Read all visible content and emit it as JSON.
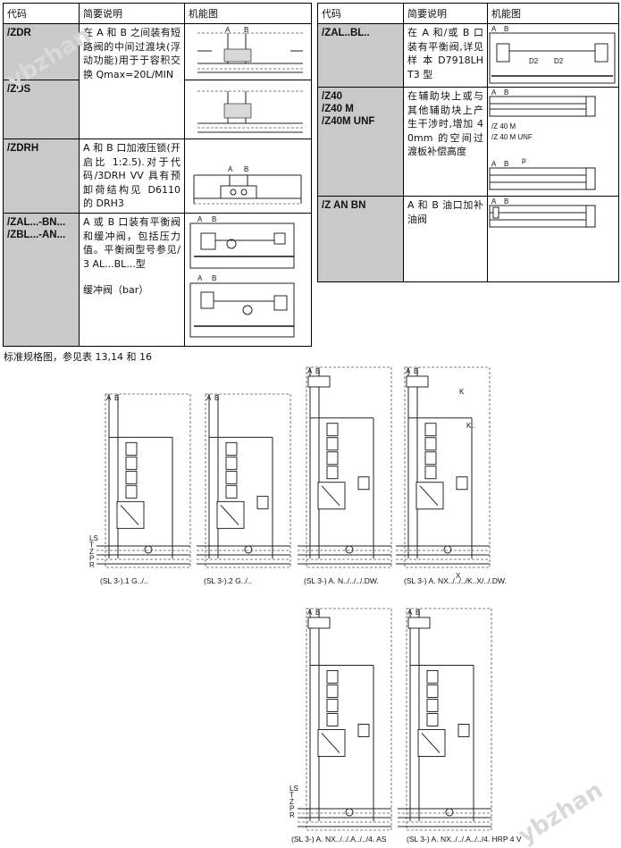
{
  "left_table": {
    "headers": [
      "代码",
      "简要说明",
      "机能图"
    ],
    "rows": [
      {
        "code": "/ZDR",
        "desc": "在 A 和 B 之间装有短路阀的中间过渡块(浮动功能)用于于容积交换 Qmax=20L/MIN"
      },
      {
        "code": "/ZDS",
        "desc": ""
      },
      {
        "code": "/ZDRH",
        "desc": "A 和 B 口加液压锁(开启比 1:2.5).对于代码/3DRH VV 具有预卸荷结构见 D6110 的 DRH3"
      },
      {
        "code": "/ZAL...-BN...\n/ZBL...-AN...",
        "desc": "A 或 B 口装有平衡阀和缓冲阀，包括压力值。平衡阀型号参见/3 AL...BL...型",
        "desc2": "缓冲阀（bar）"
      }
    ]
  },
  "right_table": {
    "headers": [
      "代码",
      "简要说明",
      "机能图"
    ],
    "rows": [
      {
        "code": "/ZAL..BL..",
        "desc": "在 A 和/或 B 口装有平衡阀,详见 样 本 D7918LHT3 型"
      },
      {
        "code": "/Z40\n/Z40 M\n/Z40M UNF",
        "desc": "在辅助块上或与其他辅助块上产生干涉时,增加 40mm 的空间过渡板补偿高度",
        "fig_text": [
          "/Z 40 M",
          "/Z 40 M UNF"
        ]
      },
      {
        "code": "/Z AN BN",
        "desc": "A 和 B 油口加补油阀"
      }
    ]
  },
  "diagram_letters": {
    "a": "A",
    "b": "B",
    "d2": "D2",
    "p": "p",
    "k": "K",
    "k2": "K..",
    "x": "X"
  },
  "note": "标准规格图，参见表 13,14 和 16",
  "port_labels": [
    "LS",
    "T",
    "Z",
    "P",
    "R"
  ],
  "captions": [
    "(SL 3-).1 G../..",
    "(SL 3-).2 G../..",
    "(SL 3-) A. N../../../.DW.",
    "(SL 3-) A. NX../../../K..X/../.DW.",
    "(SL 3-) A. NX../../.A../../4. AS",
    "(SL 3-) A. NX../../.A../../4. HRP 4 V"
  ],
  "watermark": "ybzhan"
}
